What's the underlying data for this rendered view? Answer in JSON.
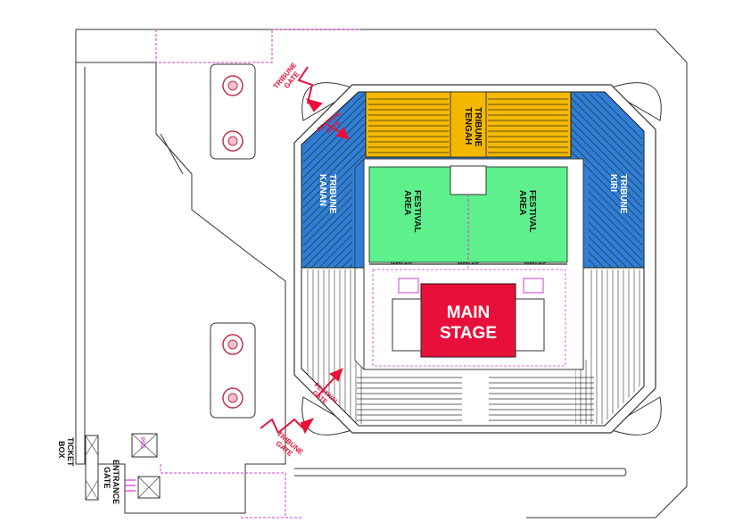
{
  "zones": {
    "tribune_tengah": {
      "line1": "TRIBUNE",
      "line2": "TENGAH",
      "color": "#f5b800"
    },
    "tribune_kanan": {
      "line1": "TRIBUNE",
      "line2": "KANAN",
      "color": "#2f7fd6"
    },
    "tribune_kiri": {
      "line1": "TRIBUNE",
      "line2": "KIRI",
      "color": "#2f7fd6"
    },
    "festival_left": {
      "line1": "FESTIVAL",
      "line2": "AREA",
      "color": "#5ef08c"
    },
    "festival_right": {
      "line1": "FESTIVAL",
      "line2": "AREA",
      "color": "#5ef08c"
    },
    "main_stage": {
      "line1": "MAIN",
      "line2": "STAGE",
      "color": "#e8103a"
    }
  },
  "gates": {
    "tribune_gate_top": {
      "line1": "TRIBUNE",
      "line2": "GATE"
    },
    "festival_gate_top": {
      "line1": "FESTIVAL",
      "line2": "GATE"
    },
    "festival_gate_bottom": {
      "line1": "FESTIVAL",
      "line2": "GATE"
    },
    "tribune_gate_bottom": {
      "line1": "TRIBUNE",
      "line2": "GATE"
    }
  },
  "barricade": {
    "label": "BARRICADE"
  },
  "ticket_box": {
    "line1": "TICKET",
    "line2": "BOX"
  },
  "entrance_gate": {
    "line1": "ENTRANCE",
    "line2": "GATE"
  },
  "pos_label": "POS",
  "colors": {
    "arrow": "#e8103a",
    "path": "#d63bd6",
    "outline": "#222222",
    "grey_seat": "#ffffff"
  },
  "icons": {
    "tree": "tree-icon",
    "arrow": "direction-arrow-icon"
  }
}
